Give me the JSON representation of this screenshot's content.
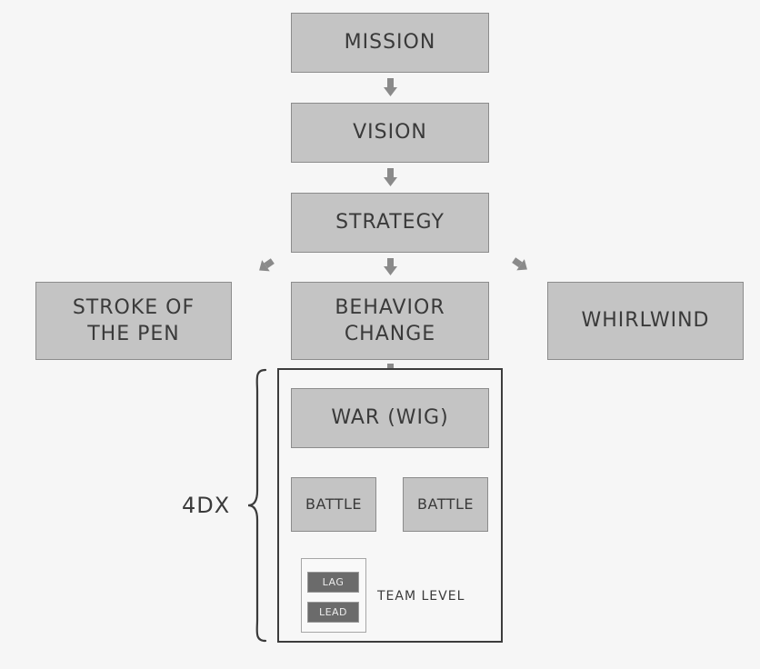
{
  "diagram": {
    "mission": "MISSION",
    "vision": "VISION",
    "strategy": "STRATEGY",
    "stroke_of_the_pen": "STROKE OF\nTHE PEN",
    "behavior_change": "BEHAVIOR\nCHANGE",
    "whirlwind": "WHIRLWIND",
    "war": "WAR (WIG)",
    "battle_left": "BATTLE",
    "battle_right": "BATTLE",
    "lag": "LAG",
    "lead": "LEAD",
    "team_level": "TEAM LEVEL",
    "bracket_label": "4DX"
  },
  "colors": {
    "box_fill": "#c4c4c4",
    "box_border": "#8c8c8c",
    "arrow": "#8a8a8a",
    "frame": "#3c3c3c",
    "mini_fill": "#6b6b6b"
  }
}
